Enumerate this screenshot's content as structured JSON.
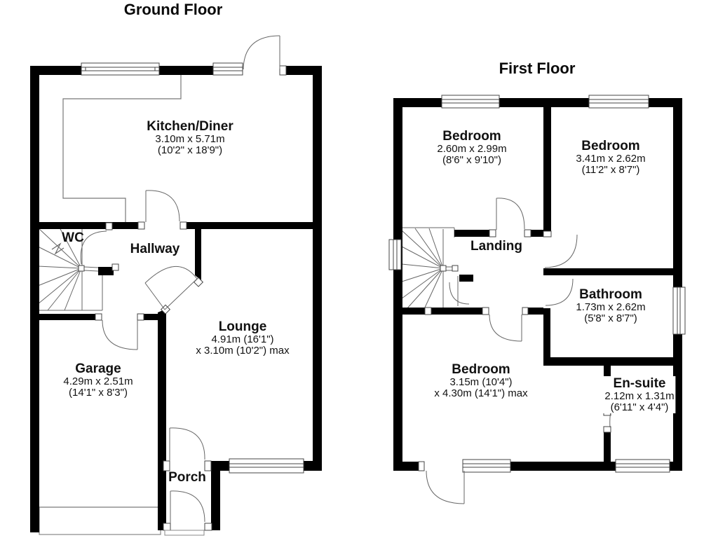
{
  "colors": {
    "wall": "#000000",
    "thin_line": "#666666",
    "background": "#ffffff"
  },
  "ground_floor": {
    "title": "Ground Floor",
    "rooms": {
      "kitchen": {
        "name": "Kitchen/Diner",
        "dims_metric": "3.10m x 5.71m",
        "dims_imperial": "(10'2\" x 18'9\")"
      },
      "wc": {
        "name": "WC"
      },
      "hallway": {
        "name": "Hallway"
      },
      "lounge": {
        "name": "Lounge",
        "dims_line1": "4.91m (16'1\")",
        "dims_line2": "x 3.10m (10'2\") max"
      },
      "garage": {
        "name": "Garage",
        "dims_metric": "4.29m x 2.51m",
        "dims_imperial": "(14'1\" x 8'3\")"
      },
      "porch": {
        "name": "Porch"
      }
    }
  },
  "first_floor": {
    "title": "First Floor",
    "rooms": {
      "bedroom1": {
        "name": "Bedroom",
        "dims_metric": "2.60m x 2.99m",
        "dims_imperial": "(8'6\" x 9'10\")"
      },
      "bedroom2": {
        "name": "Bedroom",
        "dims_metric": "3.41m x 2.62m",
        "dims_imperial": "(11'2\" x 8'7\")"
      },
      "landing": {
        "name": "Landing"
      },
      "bathroom": {
        "name": "Bathroom",
        "dims_metric": "1.73m x 2.62m",
        "dims_imperial": "(5'8\" x 8'7\")"
      },
      "bedroom3": {
        "name": "Bedroom",
        "dims_line1": "3.15m (10'4\")",
        "dims_line2": "x 4.30m (14'1\") max"
      },
      "ensuite": {
        "name": "En-suite",
        "dims_metric": "2.12m x 1.31m",
        "dims_imperial": "(6'11\" x 4'4\")"
      }
    }
  }
}
